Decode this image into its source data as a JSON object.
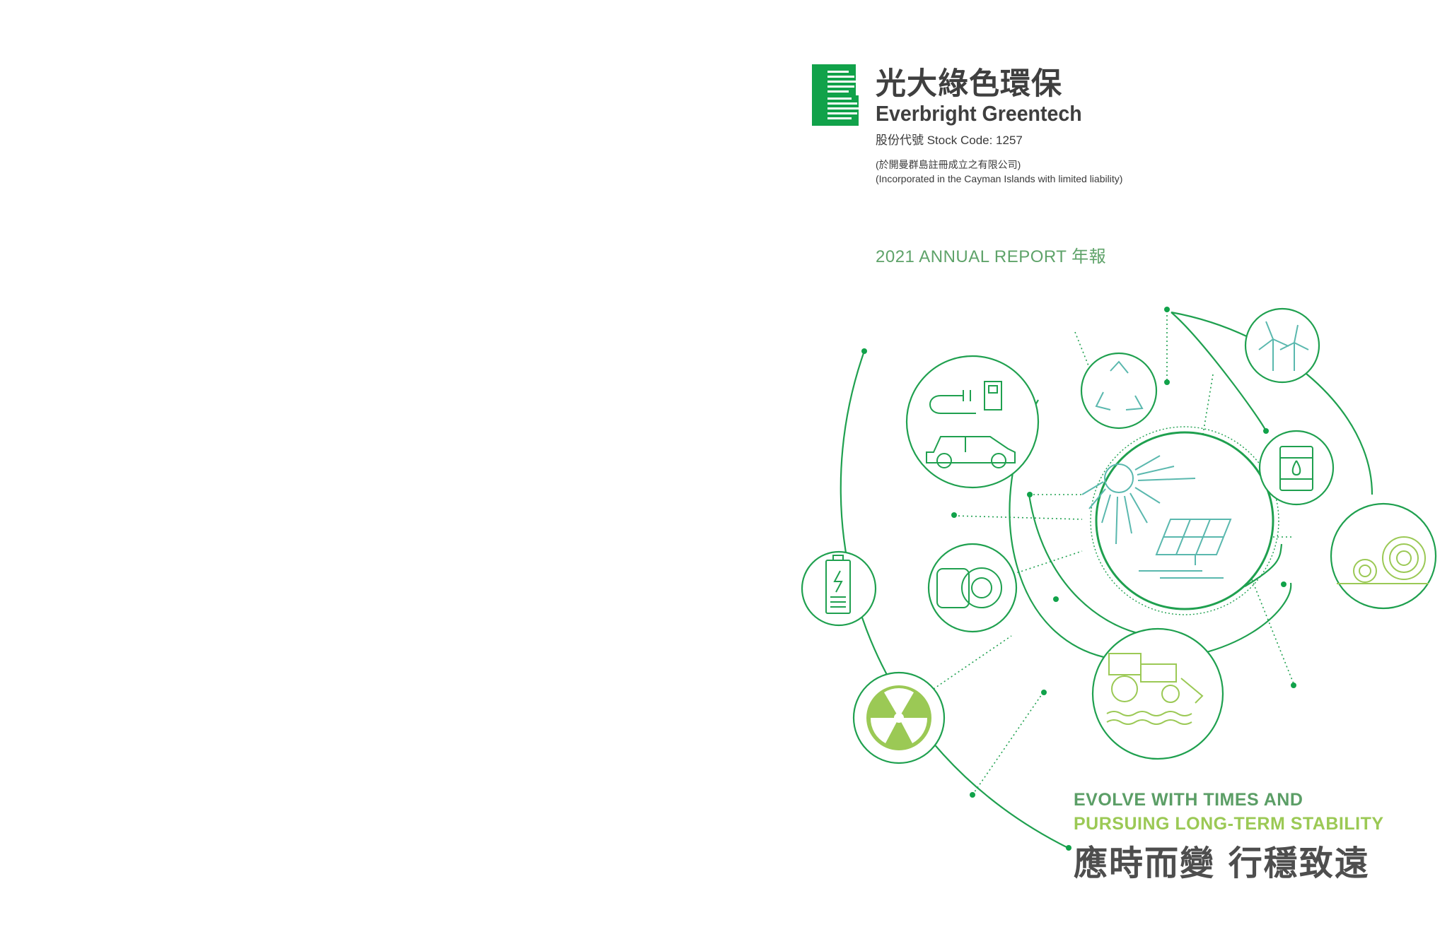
{
  "company": {
    "name_cn": "光大綠色環保",
    "name_en": "Everbright Greentech",
    "stock_code": "股份代號 Stock Code: 1257",
    "incorporation_cn": "(於開曼群島註冊成立之有限公司)",
    "incorporation_en": "(Incorporated in the Cayman Islands with limited liability)"
  },
  "report_title": "2021 ANNUAL REPORT 年報",
  "slogan": {
    "line1": "EVOLVE WITH TIMES AND",
    "line2": "PURSUING LONG-TERM STABILITY",
    "cn": "應時而變 行穩致遠"
  },
  "colors": {
    "brand_green": "#11a24a",
    "text_green": "#5fa36a",
    "lime": "#9bc955",
    "teal": "#5ab8ae",
    "gray": "#4e4e4e"
  },
  "icons": [
    "ev-charging-icon",
    "recycle-icon",
    "wind-turbine-icon",
    "oil-barrel-icon",
    "solar-energy-icon",
    "hay-bale-icon",
    "battery-icon",
    "tire-icon",
    "radiation-icon",
    "tractor-icon"
  ]
}
